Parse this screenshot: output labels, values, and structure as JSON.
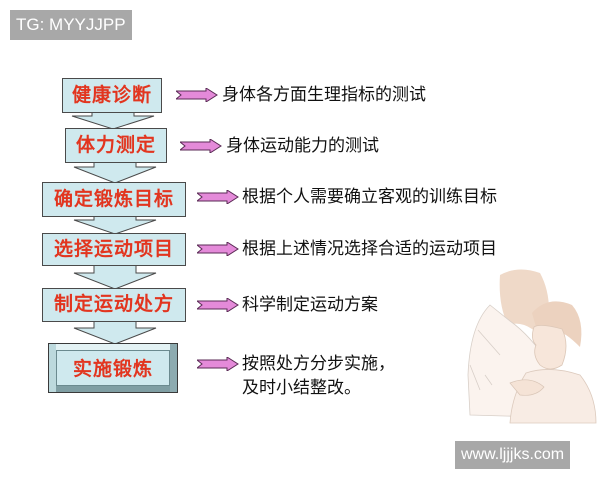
{
  "watermarks": {
    "top": "TG: MYYJJPP",
    "bottom": "www.ljjjks.com"
  },
  "colors": {
    "box_fill": "#cfe9ee",
    "box_text": "#e2351f",
    "arrow_fill": "#e48ad9",
    "description_text": "#111111",
    "watermark_bg": "#a8a8a8"
  },
  "flowchart": {
    "steps": [
      {
        "label": "健康诊断",
        "description": "身体各方面生理指标的测试"
      },
      {
        "label": "体力测定",
        "description": "身体运动能力的测试"
      },
      {
        "label": "确定锻炼目标",
        "description": "根据个人需要确立客观的训练目标"
      },
      {
        "label": "选择运动项目",
        "description": "根据上述情况选择合适的运动项目"
      },
      {
        "label": "制定运动处方",
        "description": "科学制定运动方案"
      },
      {
        "label": "实施锻炼",
        "description_line1": "按照处方分步实施，",
        "description_line2": "及时小结整改。"
      }
    ]
  },
  "illustration": {
    "icon": "doctor-patient-illustration"
  }
}
